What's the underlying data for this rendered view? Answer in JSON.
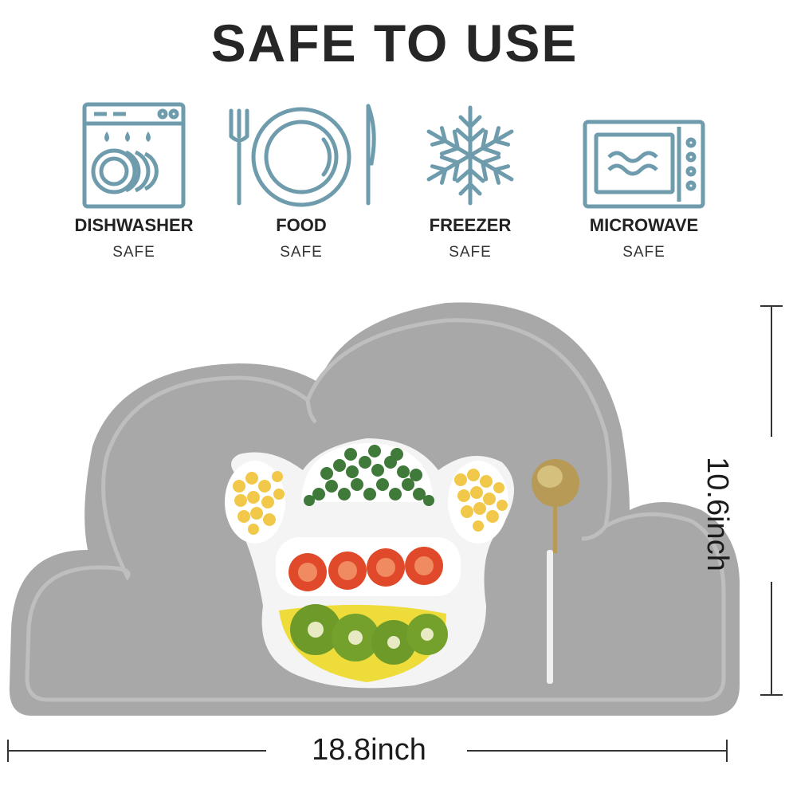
{
  "title": "SAFE TO USE",
  "features": [
    {
      "label": "DISHWASHER",
      "sub": "SAFE",
      "icon": "dishwasher-icon"
    },
    {
      "label": "FOOD",
      "sub": "SAFE",
      "icon": "plate-cutlery-icon"
    },
    {
      "label": "FREEZER",
      "sub": "SAFE",
      "icon": "snowflake-icon"
    },
    {
      "label": "MICROWAVE",
      "sub": "SAFE",
      "icon": "microwave-icon"
    }
  ],
  "dimensions": {
    "width": "18.8inch",
    "height": "10.6inch"
  },
  "colors": {
    "icon": "#6f9cad",
    "mat": "#a7a7a7",
    "title": "#262626"
  }
}
